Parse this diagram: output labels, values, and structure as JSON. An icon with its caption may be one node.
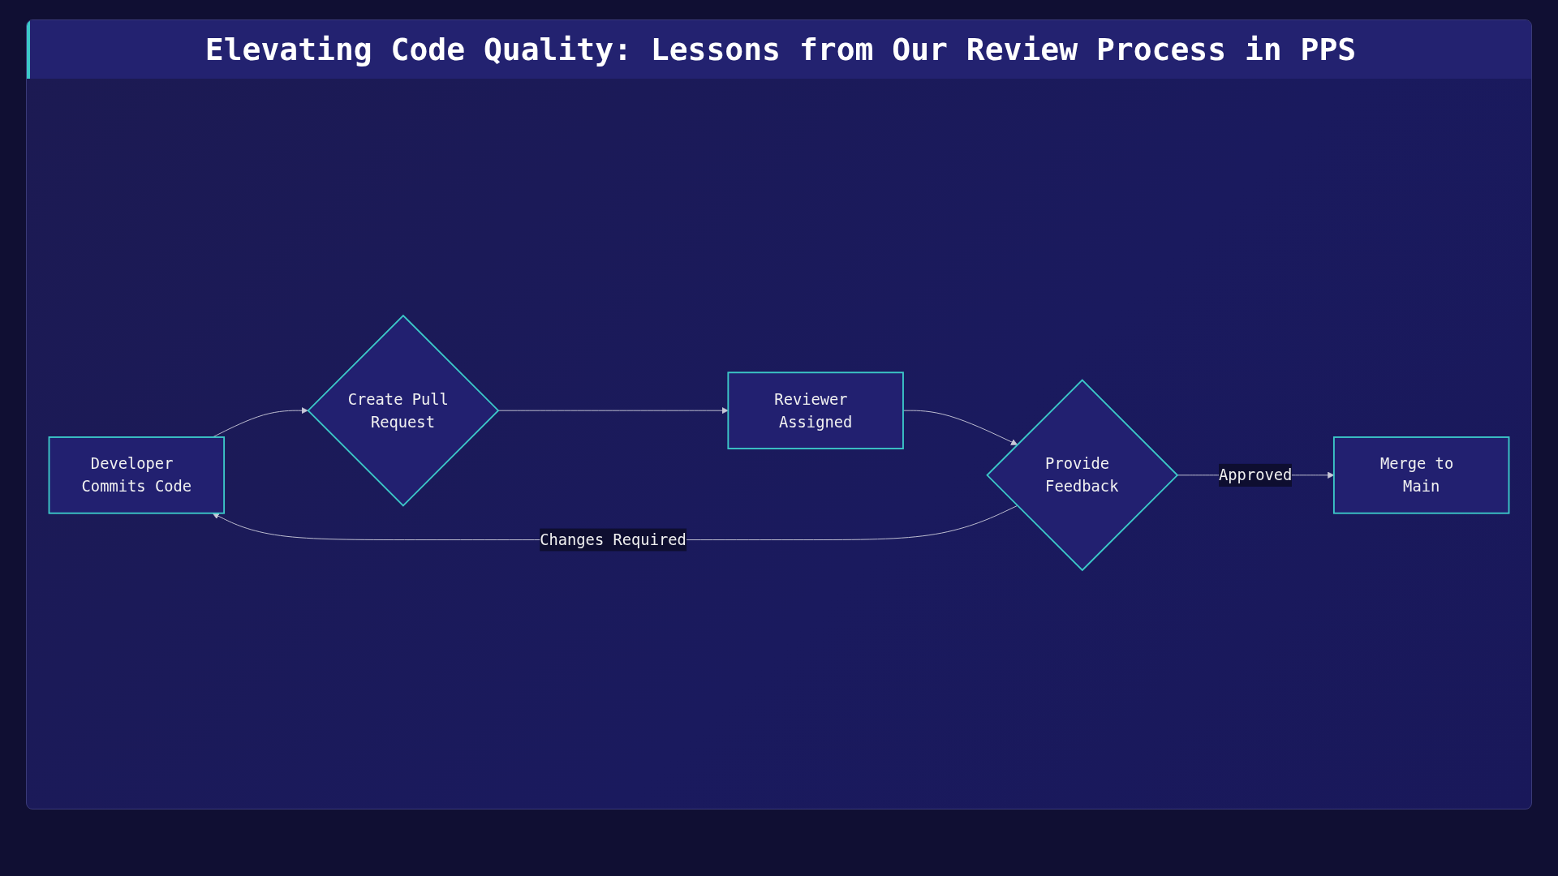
{
  "diagram": {
    "title": "Elevating Code Quality: Lessons from Our Review Process in PPS",
    "nodes": [
      {
        "text": [
          "Developer Commits Code"
        ]
      },
      {
        "text": [
          "Create Pull Request"
        ]
      },
      {
        "text": [
          "Reviewer Assigned"
        ]
      },
      {
        "text": [
          "Provide Feedback"
        ]
      },
      {
        "text": [
          "Merge to Main"
        ]
      }
    ],
    "edges": [
      {
        "from": 0,
        "to": 1,
        "arrow": "to"
      },
      {
        "from": 1,
        "to": 2,
        "arrow": "to"
      },
      {
        "from": 2,
        "to": 3,
        "arrow": "to"
      },
      {
        "from": 3,
        "to": 0,
        "label": "Changes Required",
        "arrow": "to"
      },
      {
        "from": 3,
        "to": 4,
        "label": "Approved",
        "arrow": "to"
      }
    ]
  }
}
